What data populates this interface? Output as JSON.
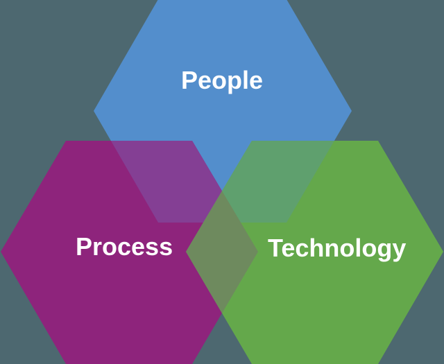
{
  "diagram": {
    "type": "venn-hexagons",
    "background_color": "#4d6870",
    "hexagons": [
      {
        "id": "people",
        "label": "People",
        "color": "#538ecc"
      },
      {
        "id": "process",
        "label": "Process",
        "color": "#8e247c"
      },
      {
        "id": "technology",
        "label": "Technology",
        "color": "#64a84b"
      }
    ],
    "overlaps": [
      {
        "sets": [
          "people",
          "process"
        ],
        "color": "#843f94"
      },
      {
        "sets": [
          "people",
          "technology"
        ],
        "color": "#5fa06e"
      },
      {
        "sets": [
          "process",
          "technology"
        ],
        "color": "#6e8a5e"
      }
    ]
  }
}
